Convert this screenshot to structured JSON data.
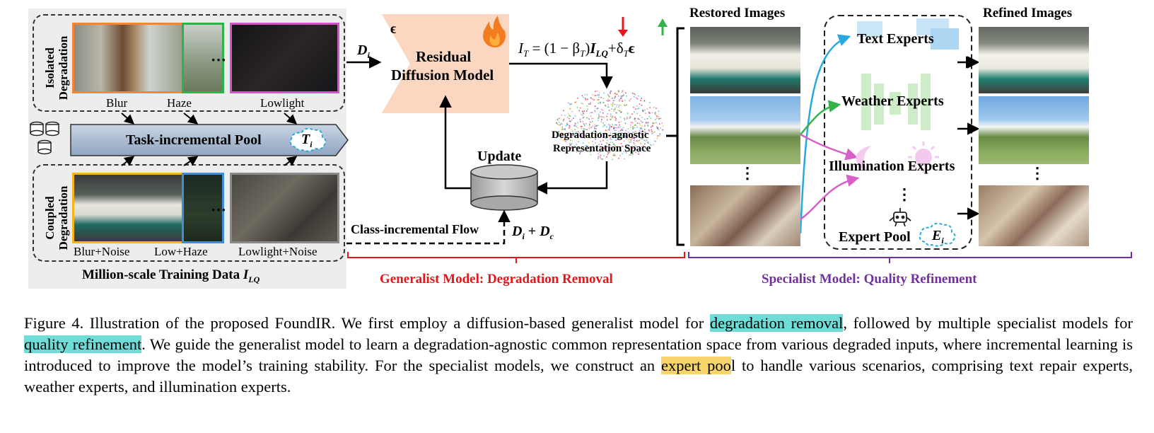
{
  "figure": {
    "left_panel": {
      "isolated_label": "Isolated Degradation",
      "coupled_label": "Coupled Degradation",
      "isolated_items": [
        "Blur",
        "Haze",
        "Lowlight"
      ],
      "coupled_items": [
        "Blur+Noise",
        "Low+Haze",
        "Lowlight+Noise"
      ],
      "pool_label": "Task-incremental Pool",
      "pool_symbol": "T",
      "pool_sub": "i",
      "training_data_label": "Million-scale Training Data",
      "training_data_symbol": "I",
      "training_data_sub": "LQ",
      "ellipsis": "···"
    },
    "generalist": {
      "input_symbol": "D",
      "input_sub": "i",
      "epsilon": "ϵ",
      "model_line1": "Residual",
      "model_line2": "Diffusion Model",
      "formula_main": "I",
      "formula_sub_T": "T",
      "formula_eq": " = (1 − β",
      "formula_paren": ")",
      "formula_ILQ": "I",
      "formula_LQ": "LQ",
      "formula_plus": "+δ",
      "formula_eps": "ϵ",
      "space_line1": "Degradation-agnostic",
      "space_line2": "Representation Space",
      "update_label": "Update",
      "flow_label": "Class-incremental Flow",
      "flow_sum_a": "D",
      "flow_sum_a_sub": "i",
      "flow_sum_plus": " + ",
      "flow_sum_b": "D",
      "flow_sum_b_sub": "c",
      "section_label": "Generalist Model: Degradation Removal"
    },
    "specialist": {
      "restored_title": "Restored Images",
      "refined_title": "Refined Images",
      "text_experts": "Text Experts",
      "weather_experts": "Weather Experts",
      "illumination_experts": "Illumination Experts",
      "expert_pool": "Expert Pool",
      "expert_pool_symbol": "E",
      "expert_pool_sub": "i",
      "vdots": "⋮",
      "section_label": "Specialist Model: Quality Refinement"
    },
    "colors": {
      "generalist_section": "#e8151b",
      "specialist_section": "#7030a0",
      "model_fill": "#fbd7c2",
      "highlight_cyan": "#6fdcd7",
      "highlight_yellow": "#f7d56b"
    },
    "icons": [
      "fire-icon",
      "database-icon",
      "robot-icon",
      "cloud-icon"
    ]
  },
  "caption": {
    "part1": "Figure 4. Illustration of the proposed FoundIR. We first employ a diffusion-based generalist model for ",
    "hl1": "degradation removal",
    "part2": ", followed by multiple specialist models for ",
    "hl2": "quality refinement",
    "part3": ". We guide the generalist model to learn a degradation-agnostic common representation space from various degraded inputs, where incremental learning is introduced to improve the model’s training stability. For the specialist models, we construct an ",
    "hl3": "expert poo",
    "part4": "l to handle various scenarios, comprising text repair experts, weather experts, and illumination experts."
  }
}
